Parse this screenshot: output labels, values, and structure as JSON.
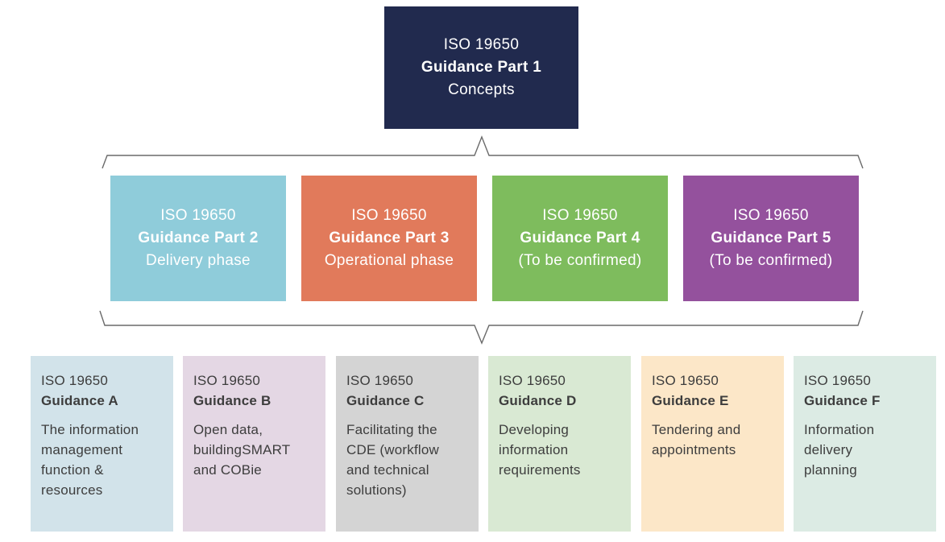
{
  "connectors": {
    "color": "#6a6a6a",
    "top_brace_meaning": "links Guidance Part 1 to Parts 2-5",
    "bottom_brace_meaning": "links Parts 2-5 to Guidance A-F"
  },
  "top_box": {
    "color": "#212a4e",
    "text_color": "#ffffff",
    "lines": [
      "ISO 19650",
      "Guidance Part 1",
      "Concepts"
    ]
  },
  "middle_boxes": [
    {
      "color": "#8fccda",
      "lines": [
        "ISO 19650",
        "Guidance Part 2",
        "Delivery phase"
      ]
    },
    {
      "color": "#e17a5b",
      "lines": [
        "ISO 19650",
        "Guidance Part 3",
        "Operational phase"
      ]
    },
    {
      "color": "#7ebc5d",
      "lines": [
        "ISO 19650",
        "Guidance Part 4",
        "(To be confirmed)"
      ]
    },
    {
      "color": "#94519d",
      "lines": [
        "ISO 19650",
        "Guidance Part 5",
        "(To be confirmed)"
      ]
    }
  ],
  "cards": [
    {
      "color": "#d2e3ea",
      "iso": "ISO 19650",
      "guidance": "Guidance A",
      "description": "The information\nmanagement\nfunction &\nresources"
    },
    {
      "color": "#e4d7e4",
      "iso": "ISO 19650",
      "guidance": "Guidance B",
      "description": "Open data,\nbuildingSMART\nand COBie"
    },
    {
      "color": "#d4d4d4",
      "iso": "ISO 19650",
      "guidance": "Guidance C",
      "description": "Facilitating the\nCDE (workflow\nand technical\nsolutions)"
    },
    {
      "color": "#d9e9d3",
      "iso": "ISO 19650",
      "guidance": "Guidance D",
      "description": "Developing\ninformation\nrequirements"
    },
    {
      "color": "#fce7c8",
      "iso": "ISO 19650",
      "guidance": "Guidance E",
      "description": "Tendering and\nappointments"
    },
    {
      "color": "#dcebe4",
      "iso": "ISO 19650",
      "guidance": "Guidance F",
      "description": "Information\ndelivery\nplanning"
    }
  ],
  "text_colors": {
    "dark": "#3d3d3d",
    "light": "#ffffff"
  }
}
